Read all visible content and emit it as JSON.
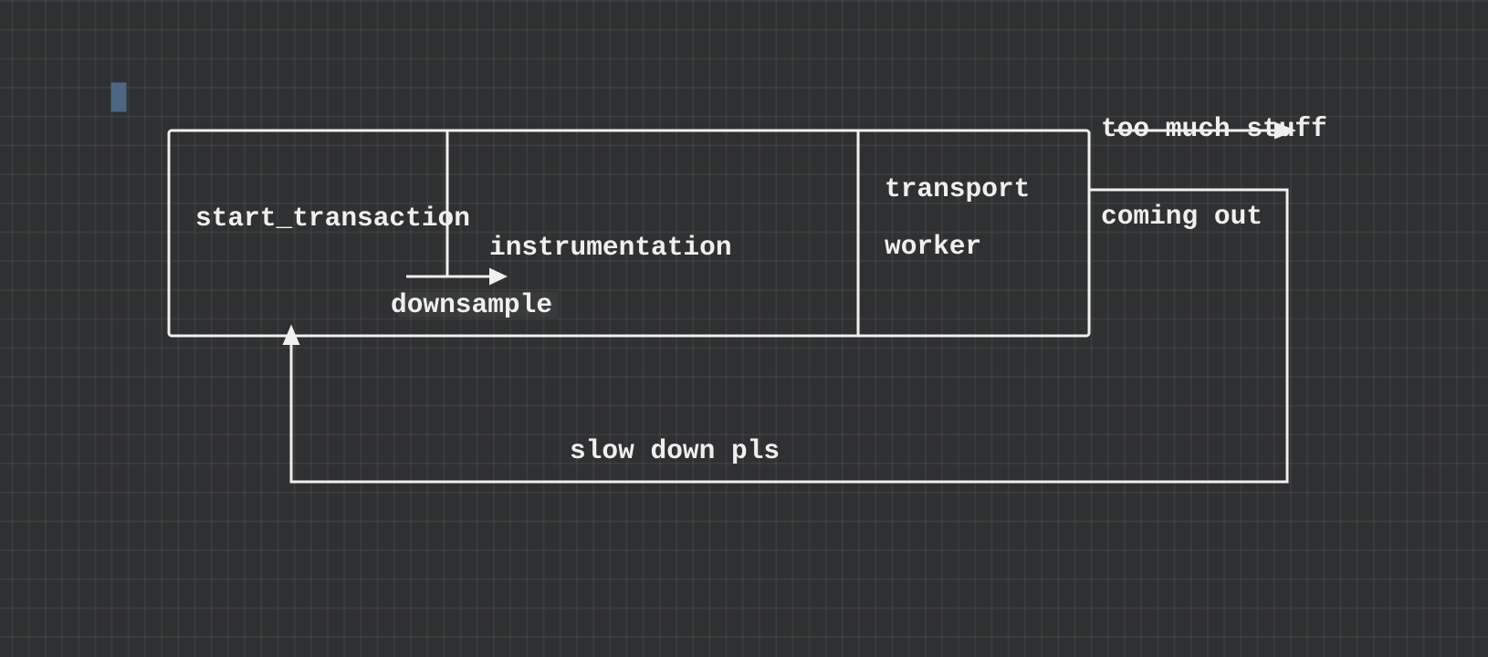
{
  "canvas": {
    "background": "#2f3031",
    "grid_color": "rgba(255,255,255,0.05)",
    "stroke_color": "#f0f0f0",
    "text_color": "#efefef",
    "cursor_color": "#4d6782",
    "highlight_color": "rgba(255,255,255,0.05)"
  },
  "diagram": {
    "labels": {
      "start_transaction": "start_transaction",
      "instrumentation": "instrumentation",
      "transport": "transport",
      "worker": "worker",
      "downsample": "downsample",
      "output_line1": "too much stuff",
      "output_line2": "coming out",
      "feedback": "slow down pls"
    },
    "icons": {
      "output_arrow": "arrow-right-icon",
      "downsample_arrow": "arrow-right-icon",
      "feedback_arrow": "arrow-up-icon"
    }
  }
}
